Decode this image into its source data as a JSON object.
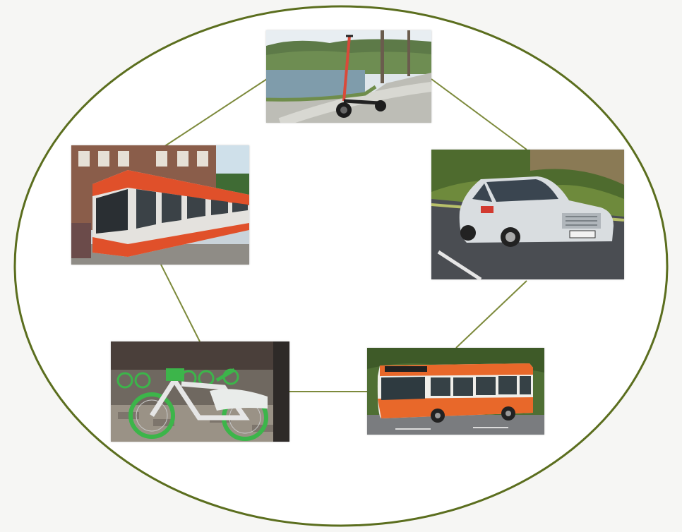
{
  "diagram": {
    "nodes": [
      {
        "id": "scooter",
        "icon": "electric-scooter-photo"
      },
      {
        "id": "taxi",
        "icon": "taxi-car-photo"
      },
      {
        "id": "bus",
        "icon": "city-bus-photo"
      },
      {
        "id": "bike",
        "icon": "city-bike-photo"
      },
      {
        "id": "tram",
        "icon": "light-rail-tram-photo"
      }
    ],
    "edges": [
      [
        "scooter",
        "taxi"
      ],
      [
        "taxi",
        "bus"
      ],
      [
        "bus",
        "bike"
      ],
      [
        "bike",
        "tram"
      ],
      [
        "tram",
        "scooter"
      ]
    ],
    "colors": {
      "ring": "#5b6e1e",
      "link": "#7d8a3c",
      "background": "#f6f6f4",
      "bike_green": "#3cb54a",
      "tram_red": "#e0502a",
      "bus_orange": "#e8682a"
    }
  }
}
